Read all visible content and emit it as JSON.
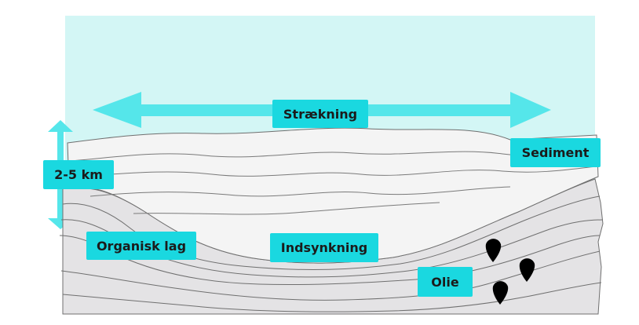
{
  "labels": {
    "extension": "Strækning",
    "sediment": "Sediment",
    "depth": "2-5 km",
    "organic_layer": "Organisk lag",
    "subsidence": "Indsynkning",
    "oil": "Olie"
  },
  "colors": {
    "sky": "#d3f6f5",
    "arrow": "#55e6ea",
    "label_bg": "#1ad8e0",
    "sediment_light": "#f4f4f4",
    "sediment_dark": "#e4e3e5",
    "line": "#6f6f6f",
    "oil": "#000000"
  }
}
